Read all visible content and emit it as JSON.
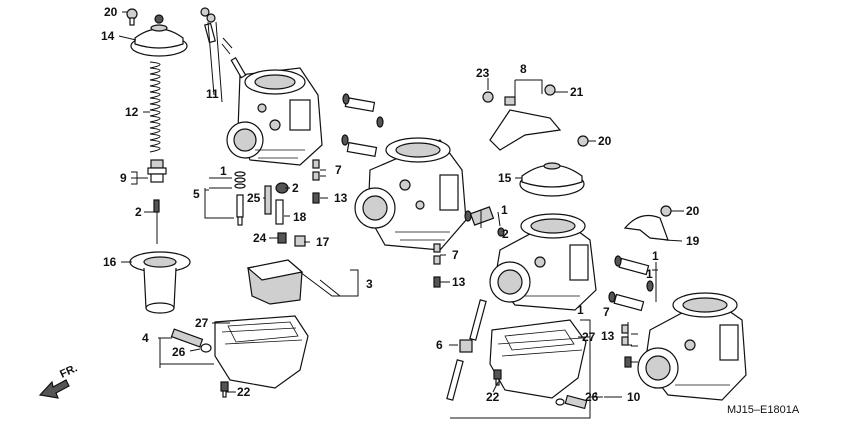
{
  "diagram": {
    "callouts": {
      "c1a": "1",
      "c1b": "1",
      "c1c": "1",
      "c1d": "1",
      "c1e": "1",
      "c2a": "2",
      "c2b": "2",
      "c2c": "2",
      "c3": "3",
      "c4": "4",
      "c5": "5",
      "c6": "6",
      "c7a": "7",
      "c7b": "7",
      "c7c": "7",
      "c8": "8",
      "c9": "9",
      "c10": "10",
      "c11": "11",
      "c12": "12",
      "c13a": "13",
      "c13b": "13",
      "c13c": "13",
      "c14": "14",
      "c15": "15",
      "c16": "16",
      "c17": "17",
      "c18": "18",
      "c19": "19",
      "c20a": "20",
      "c20b": "20",
      "c20c": "20",
      "c21": "21",
      "c22a": "22",
      "c22b": "22",
      "c23": "23",
      "c24": "24",
      "c25": "25",
      "c26a": "26",
      "c26b": "26",
      "c27a": "27",
      "c27b": "27"
    },
    "front_label": "FR.",
    "diagram_code": "MJ15–E1801A"
  }
}
